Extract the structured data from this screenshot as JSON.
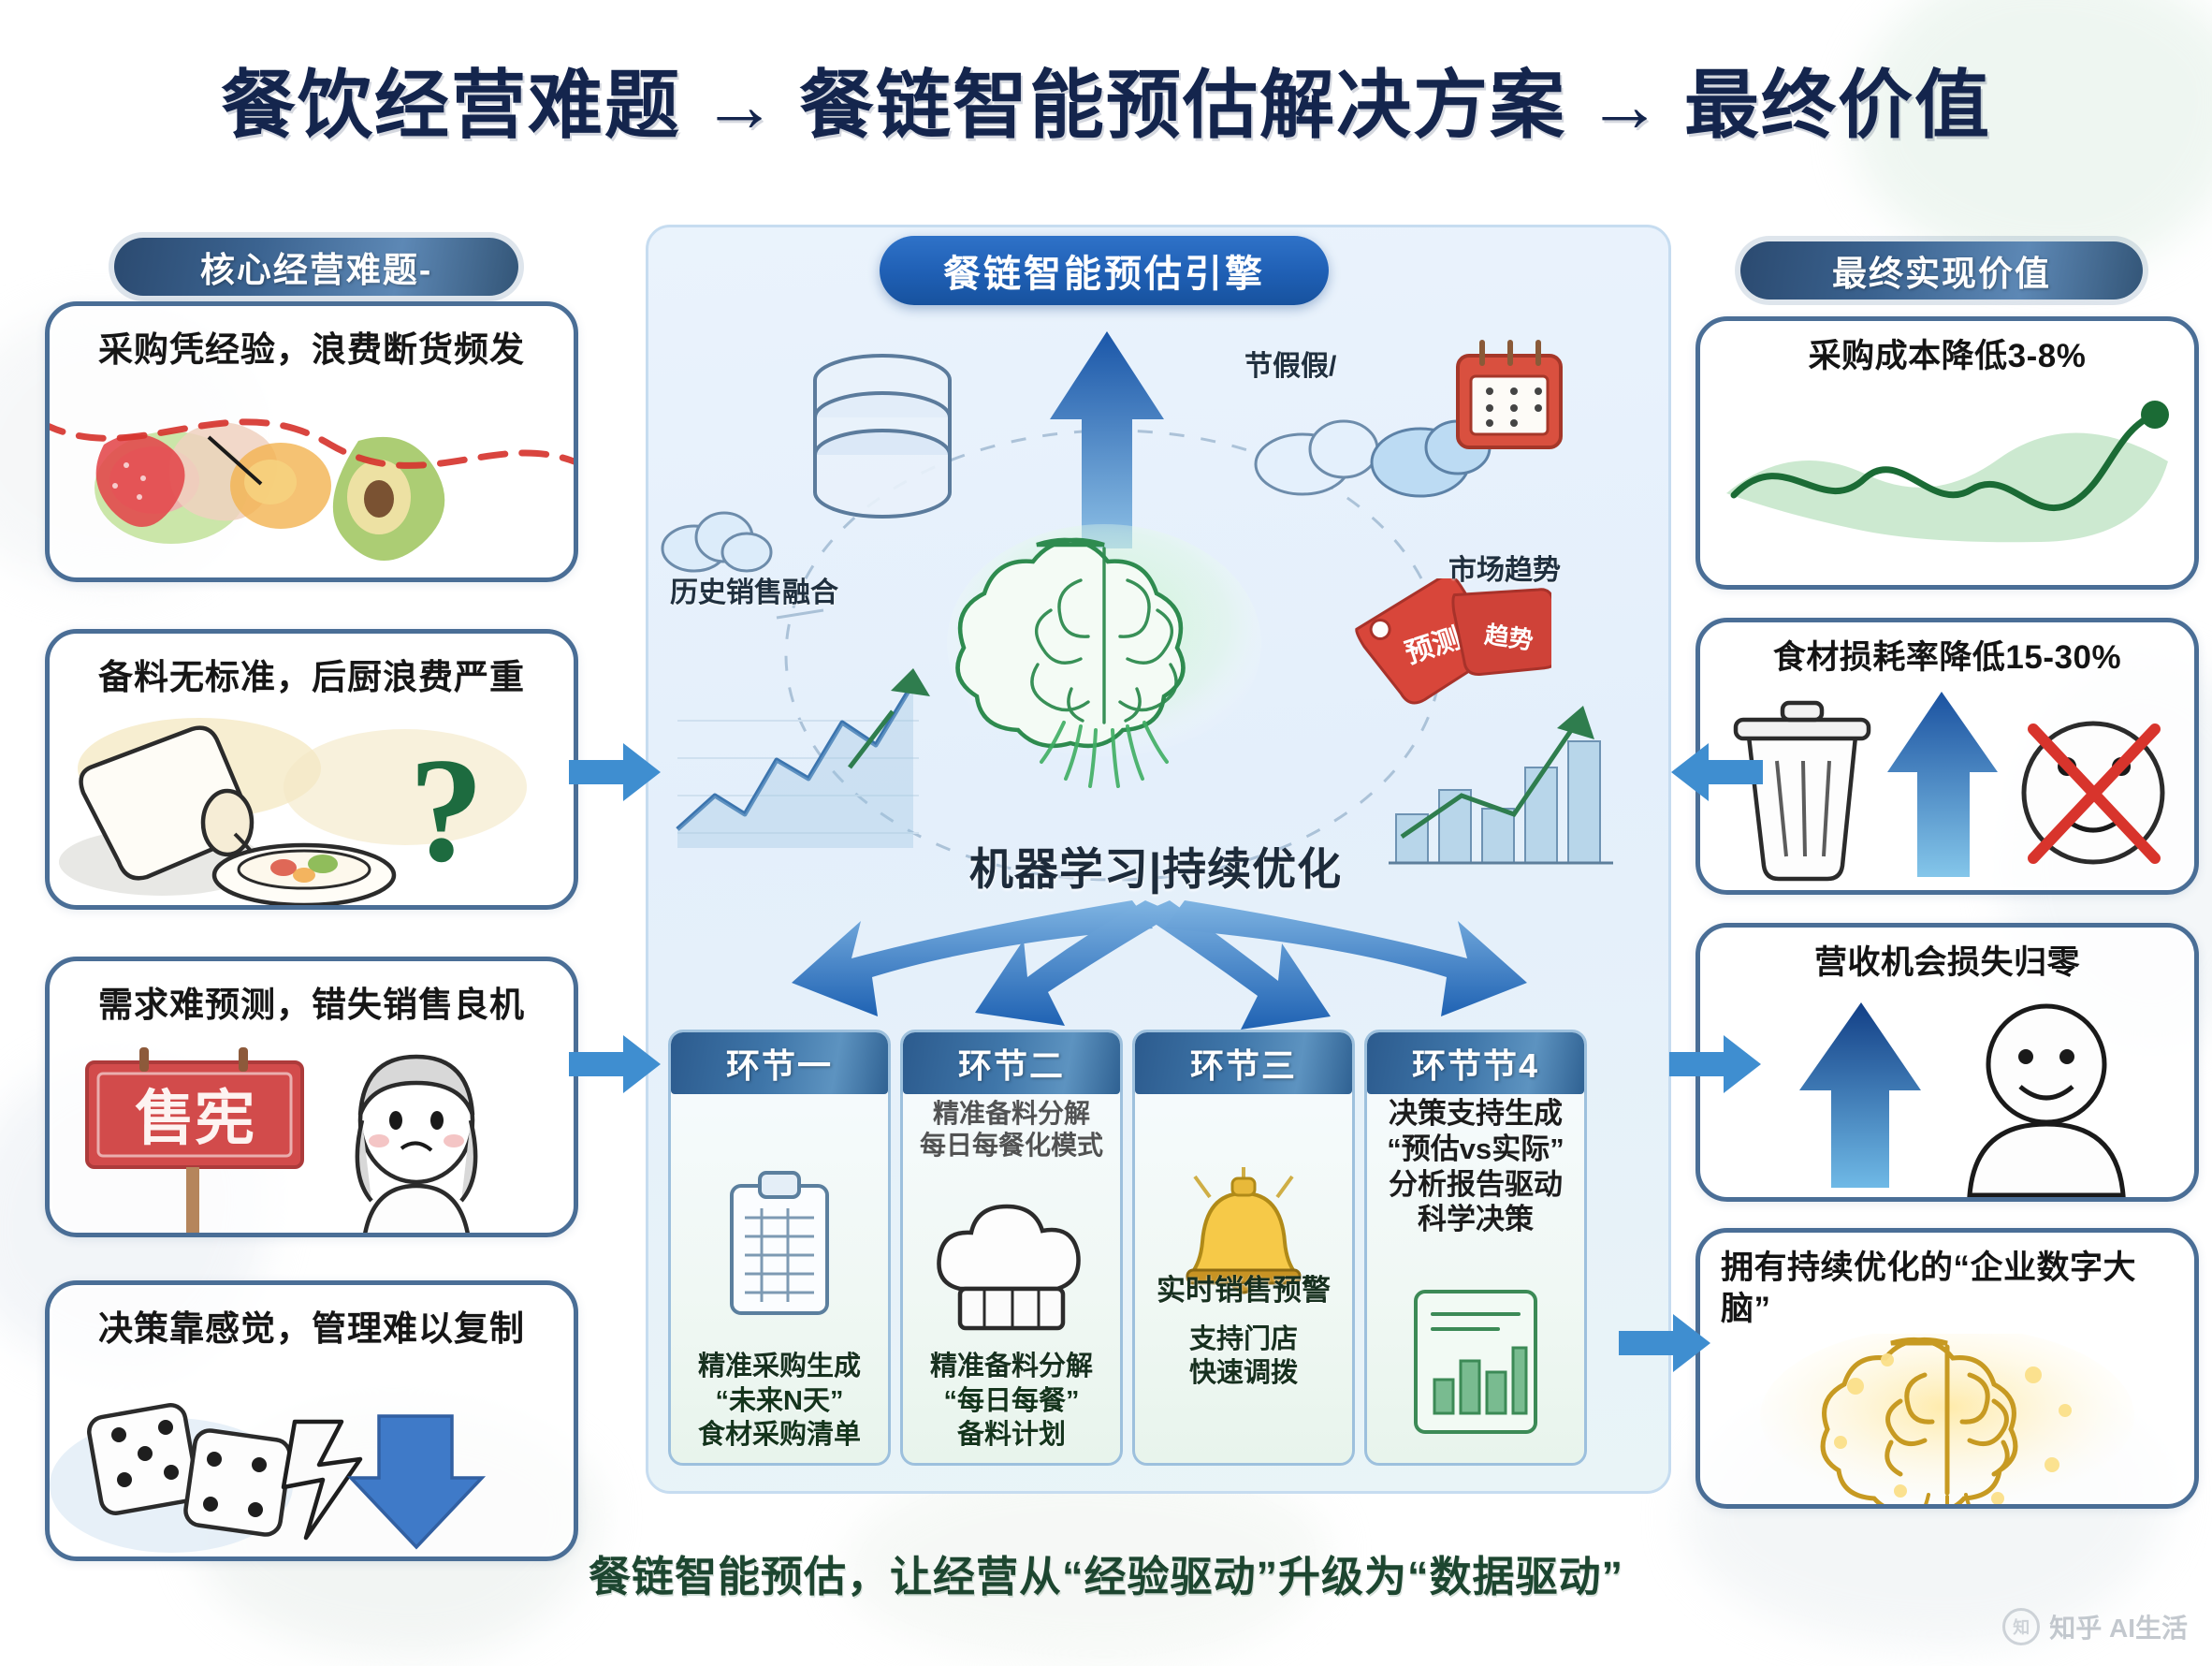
{
  "title": "餐饮经营难题 → 餐链智能预估解决方案 → 最终价值",
  "columns": {
    "left_header": "核心经营难题-",
    "right_header": "最终实现价值"
  },
  "problems": [
    {
      "text": "采购凭经验，浪费断货频发",
      "art": "fruit-vegetables-with-red-dashed-line"
    },
    {
      "text": "备料无标准，后厨浪费严重",
      "art": "spilled-pot-dish-question-mark"
    },
    {
      "text": "需求难预测，错失销售良机",
      "art": "sold-out-sign-worried-person"
    },
    {
      "text": "决策靠感觉，管理难以复制",
      "art": "dice-lightning-down-arrow"
    }
  ],
  "engine": {
    "badge": "餐链智能预估引擎",
    "ml_text": "机器学习|持续优化",
    "inputs": [
      {
        "label": "历史销售融合",
        "icon": "cloud-icon"
      },
      {
        "label": "节假假/",
        "icon": "calendar-icon"
      },
      {
        "label": "市场趋势",
        "icon": "price-tag-icon"
      }
    ],
    "brain_icon": "green-brain-icon",
    "database_icon": "database-cylinder-icon",
    "up_arrow_icon": "blue-up-arrow-icon"
  },
  "stages": [
    {
      "head": "环节一",
      "icon": "clipboard-checklist-icon",
      "overlay": "",
      "desc_lines": [
        "精准采购生成",
        "“未来N天”",
        "食材采购清单"
      ]
    },
    {
      "head": "环节二",
      "icon": "chef-hat-icon",
      "overlay": "精准备料分解\n每日每餐化模式",
      "desc_lines": [
        "精准备料分解",
        "“每日每餐”",
        "备料计划"
      ]
    },
    {
      "head": "环节三",
      "icon": "alert-bell-icon",
      "overlay": "",
      "desc_lines": [
        "实时销售预警",
        "支持门店",
        "快速调拨"
      ]
    },
    {
      "head": "环节节4",
      "icon": "bar-chart-report-icon",
      "overlay": "决策支持生成\n“预估vs实际”\n分析报告驱动\n科学决策",
      "desc_lines": []
    }
  ],
  "values": [
    {
      "text": "采购成本降低3-8%",
      "art": "green-rising-line-chart"
    },
    {
      "text": "食材损耗率降低15-30%",
      "art": "trash-bin-up-arrow-no-waste"
    },
    {
      "text": "营收机会损失归零",
      "art": "blue-up-arrow-smiling-person"
    },
    {
      "text": "拥有持续优化的“企业数字大脑”",
      "art": "golden-glowing-brain"
    }
  ],
  "caption": "餐链智能预估，让经营从“经验驱动”升级为“数据驱动”",
  "watermark": "知乎 AI生活",
  "colors": {
    "title_navy": "#14254d",
    "header_blue": "#2b4a70",
    "engine_blue": "#1f5fb4",
    "card_border": "#4a6e96",
    "caption_green": "#1d4630",
    "brain_green": "#2e8b4f",
    "alert_red": "#c0392b"
  }
}
